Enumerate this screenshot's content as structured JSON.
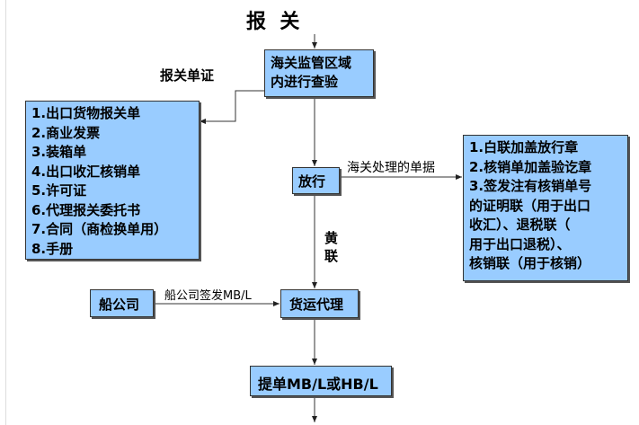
{
  "title": "报  关",
  "box_inspection": [
    "海关监管区域",
    "内进行查验"
  ],
  "label_docs": "报关单证",
  "docs_list": [
    "1.出口货物报关单",
    "2.商业发票",
    "3.装箱单",
    "4.出口收汇核销单",
    "5.许可证",
    "6.代理报关委托书",
    "7.合同（商检换单用）",
    "8.手册"
  ],
  "box_release": "放行",
  "label_customs_docs": "海关处理的单据",
  "customs_docs_list": [
    "1.白联加盖放行章",
    "2.核销单加盖验讫章",
    "3.签发注有核销单号",
    "的证明联（用于出口",
    "收汇）、退税联（",
    "用于出口退税）、",
    "核销联（用于核销）"
  ],
  "label_yellow": [
    "黄",
    "联"
  ],
  "box_shipping_co": "船公司",
  "label_mbl": "船公司签发MB/L",
  "box_forwarder": "货运代理",
  "box_bl": "提单MB/L或HB/L"
}
